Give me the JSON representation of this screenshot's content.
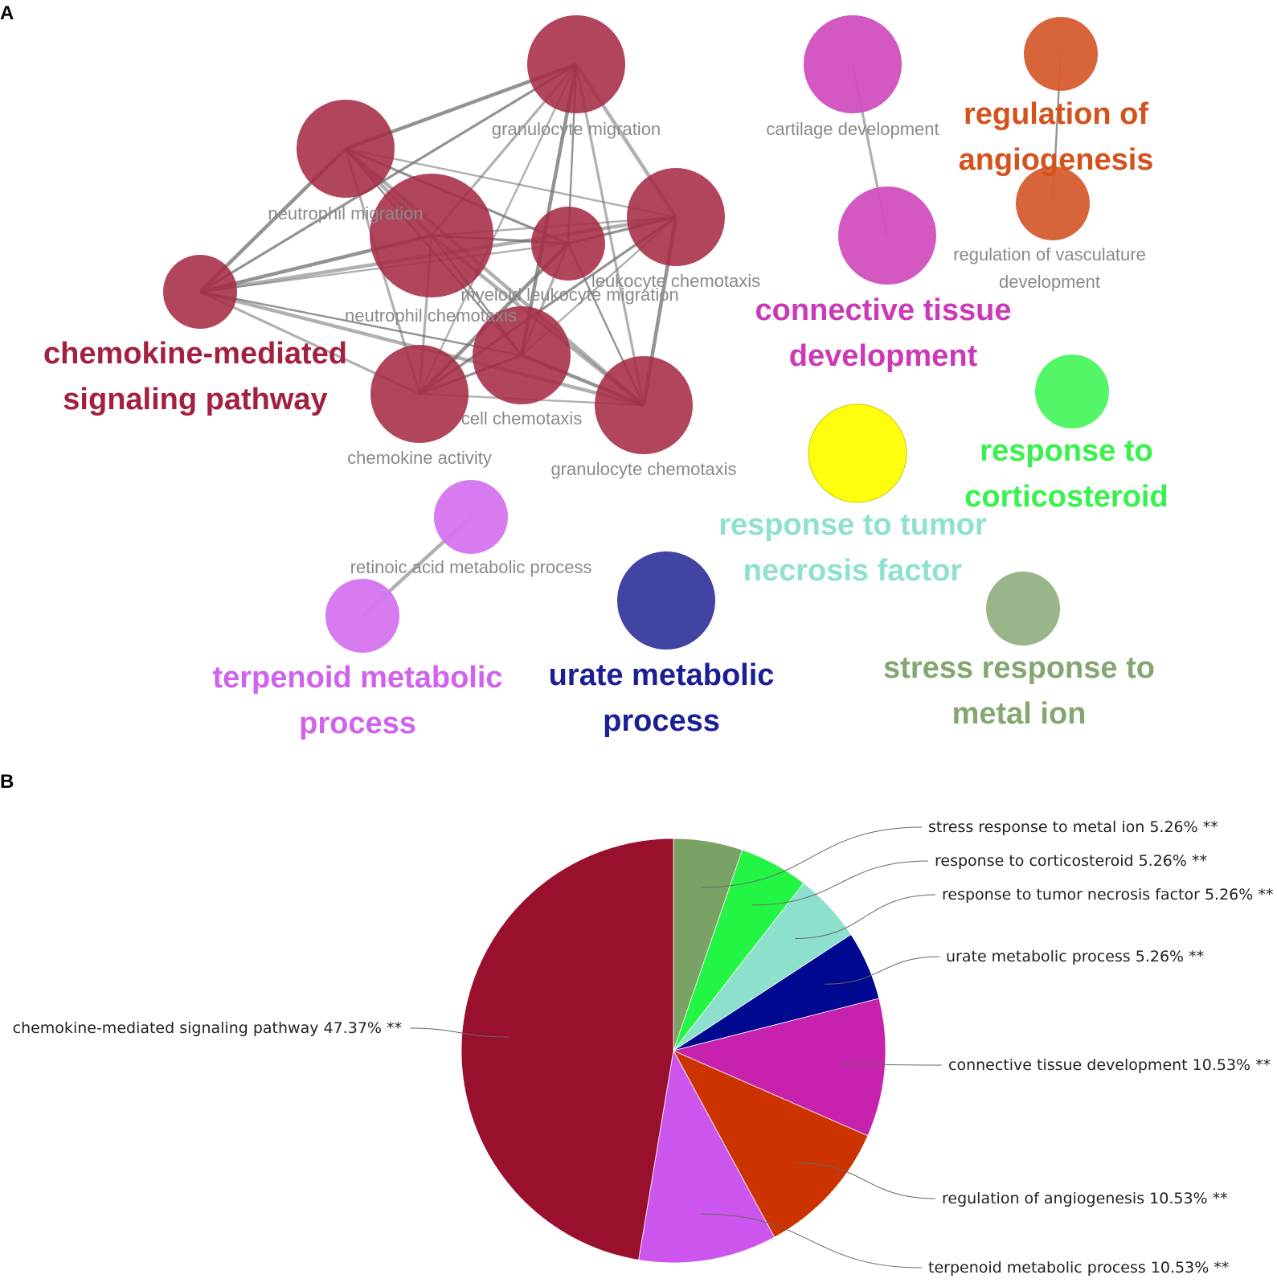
{
  "panels": {
    "a": "A",
    "b": "B"
  },
  "colors": {
    "chemokine": "#a62b45",
    "connective": "#cc3ab8",
    "angiogenesis": "#d4521c",
    "corticosteroid": "#36f24a",
    "tnf": "#8ee1cf",
    "urate": "#1b1f94",
    "stress": "#84a771",
    "terpenoid": "#d062ee"
  },
  "network": {
    "nodes": [
      {
        "id": "granulocyte_migration",
        "label": "granulocyte migration",
        "cluster": "chemokine"
      },
      {
        "id": "neutrophil_migration",
        "label": "neutrophil migration",
        "cluster": "chemokine"
      },
      {
        "id": "big_hub",
        "label": "",
        "cluster": "chemokine"
      },
      {
        "id": "small_hub",
        "label": "",
        "cluster": "chemokine"
      },
      {
        "id": "leukocyte_chemotaxis",
        "label": "leukocyte chemotaxis",
        "cluster": "chemokine"
      },
      {
        "id": "myeloid_leukocyte_migration",
        "label": "myeloid leukocyte migration",
        "cluster": "chemokine"
      },
      {
        "id": "left_node",
        "label": "",
        "cluster": "chemokine"
      },
      {
        "id": "neutrophil_chemotaxis",
        "label": "neutrophil chemotaxis",
        "cluster": "chemokine"
      },
      {
        "id": "chemokine_activity",
        "label": "chemokine activity",
        "cluster": "chemokine"
      },
      {
        "id": "cell_chemotaxis",
        "label": "cell chemotaxis",
        "cluster": "chemokine"
      },
      {
        "id": "granulocyte_chemotaxis",
        "label": "granulocyte chemotaxis",
        "cluster": "chemokine"
      },
      {
        "id": "cartilage_development",
        "label": "cartilage development",
        "cluster": "connective"
      },
      {
        "id": "connective_tissue_node",
        "label": "",
        "cluster": "connective"
      },
      {
        "id": "angiogenesis_node",
        "label": "",
        "cluster": "angiogenesis"
      },
      {
        "id": "regulation_of_vasculature_development",
        "label": "regulation of vasculature development",
        "cluster": "angiogenesis"
      },
      {
        "id": "corticosteroid_node",
        "label": "",
        "cluster": "corticosteroid"
      },
      {
        "id": "tnf_node",
        "label": "",
        "cluster": "tnf"
      },
      {
        "id": "retinoic_acid_metabolic_process",
        "label": "retinoic acid metabolic process",
        "cluster": "terpenoid"
      },
      {
        "id": "terpenoid_node",
        "label": "",
        "cluster": "terpenoid"
      },
      {
        "id": "urate_node",
        "label": "",
        "cluster": "urate"
      },
      {
        "id": "stress_node",
        "label": "",
        "cluster": "stress"
      }
    ],
    "edges": [
      [
        "granulocyte_migration",
        "neutrophil_migration"
      ],
      [
        "granulocyte_migration",
        "big_hub"
      ],
      [
        "granulocyte_migration",
        "small_hub"
      ],
      [
        "granulocyte_migration",
        "leukocyte_chemotaxis"
      ],
      [
        "granulocyte_migration",
        "left_node"
      ],
      [
        "granulocyte_migration",
        "chemokine_activity"
      ],
      [
        "granulocyte_migration",
        "cell_chemotaxis"
      ],
      [
        "granulocyte_migration",
        "granulocyte_chemotaxis"
      ],
      [
        "granulocyte_migration",
        "neutrophil_chemotaxis"
      ],
      [
        "neutrophil_migration",
        "big_hub"
      ],
      [
        "neutrophil_migration",
        "small_hub"
      ],
      [
        "neutrophil_migration",
        "leukocyte_chemotaxis"
      ],
      [
        "neutrophil_migration",
        "left_node"
      ],
      [
        "neutrophil_migration",
        "chemokine_activity"
      ],
      [
        "neutrophil_migration",
        "cell_chemotaxis"
      ],
      [
        "neutrophil_migration",
        "granulocyte_chemotaxis"
      ],
      [
        "big_hub",
        "small_hub"
      ],
      [
        "big_hub",
        "leukocyte_chemotaxis"
      ],
      [
        "big_hub",
        "left_node"
      ],
      [
        "big_hub",
        "chemokine_activity"
      ],
      [
        "big_hub",
        "cell_chemotaxis"
      ],
      [
        "big_hub",
        "granulocyte_chemotaxis"
      ],
      [
        "small_hub",
        "leukocyte_chemotaxis"
      ],
      [
        "small_hub",
        "left_node"
      ],
      [
        "small_hub",
        "chemokine_activity"
      ],
      [
        "small_hub",
        "cell_chemotaxis"
      ],
      [
        "small_hub",
        "granulocyte_chemotaxis"
      ],
      [
        "leukocyte_chemotaxis",
        "left_node"
      ],
      [
        "leukocyte_chemotaxis",
        "chemokine_activity"
      ],
      [
        "leukocyte_chemotaxis",
        "cell_chemotaxis"
      ],
      [
        "leukocyte_chemotaxis",
        "granulocyte_chemotaxis"
      ],
      [
        "left_node",
        "chemokine_activity"
      ],
      [
        "left_node",
        "cell_chemotaxis"
      ],
      [
        "left_node",
        "granulocyte_chemotaxis"
      ],
      [
        "chemokine_activity",
        "cell_chemotaxis"
      ],
      [
        "chemokine_activity",
        "granulocyte_chemotaxis"
      ],
      [
        "cell_chemotaxis",
        "granulocyte_chemotaxis"
      ],
      [
        "cartilage_development",
        "connective_tissue_node"
      ],
      [
        "angiogenesis_node",
        "regulation_of_vasculature_development"
      ],
      [
        "retinoic_acid_metabolic_process",
        "terpenoid_node"
      ]
    ],
    "cluster_labels": [
      {
        "cluster": "chemokine",
        "lines": [
          "chemokine-mediated",
          "signaling pathway"
        ]
      },
      {
        "cluster": "connective",
        "lines": [
          "connective tissue",
          "development"
        ]
      },
      {
        "cluster": "angiogenesis",
        "lines": [
          "regulation of",
          "angiogenesis"
        ]
      },
      {
        "cluster": "corticosteroid",
        "lines": [
          "response to",
          "corticosteroid"
        ]
      },
      {
        "cluster": "tnf",
        "lines": [
          "response to tumor",
          "necrosis factor"
        ]
      },
      {
        "cluster": "terpenoid",
        "lines": [
          "terpenoid metabolic",
          "process"
        ]
      },
      {
        "cluster": "urate",
        "lines": [
          "urate metabolic",
          "process"
        ]
      },
      {
        "cluster": "stress",
        "lines": [
          "stress response to",
          "metal ion"
        ]
      }
    ]
  },
  "chart_data": {
    "type": "pie",
    "start": "12 o'clock, clockwise",
    "slices": [
      {
        "name": "stress response to metal ion",
        "value": 5.26,
        "label": "stress response to metal ion 5.26% **",
        "color": "#7aa264"
      },
      {
        "name": "response to corticosteroid",
        "value": 5.26,
        "label": "response to corticosteroid 5.26% **",
        "color": "#22f544"
      },
      {
        "name": "response to tumor necrosis factor",
        "value": 5.26,
        "label": "response to tumor necrosis factor 5.26% **",
        "color": "#8de0cb"
      },
      {
        "name": "urate metabolic process",
        "value": 5.26,
        "label": "urate metabolic process 5.26% **",
        "color": "#00098f"
      },
      {
        "name": "connective tissue development",
        "value": 10.53,
        "label": "connective tissue development 10.53% **",
        "color": "#c722ad"
      },
      {
        "name": "regulation of angiogenesis",
        "value": 10.53,
        "label": "regulation of angiogenesis 10.53% **",
        "color": "#cc3300"
      },
      {
        "name": "terpenoid metabolic process",
        "value": 10.53,
        "label": "terpenoid metabolic process 10.53% **",
        "color": "#cc55ee"
      },
      {
        "name": "chemokine-mediated signaling pathway",
        "value": 47.37,
        "label": "chemokine-mediated signaling pathway 47.37% **",
        "color": "#99102d"
      }
    ]
  }
}
